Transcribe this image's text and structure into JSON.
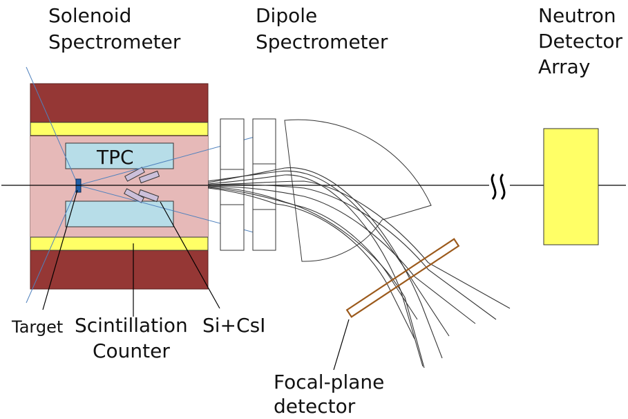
{
  "labels": {
    "solenoid": [
      "Solenoid",
      "Spectrometer"
    ],
    "dipole": [
      "Dipole",
      "Spectrometer"
    ],
    "neutron": [
      "Neutron",
      "Detector",
      "Array"
    ],
    "tpc": "TPC",
    "target": "Target",
    "scintillation": [
      "Scintillation",
      "Counter"
    ],
    "sicsi": "Si+CsI",
    "focal": [
      "Focal-plane",
      "detector"
    ],
    "break_symbol": "≈"
  },
  "colors": {
    "magnet": "#953735",
    "bore": "#e6b9b8",
    "scintillator": "#ffff66",
    "tpc": "#b7dde8",
    "detector_pad": "#ccc0da",
    "target": "#1f5fa8",
    "focal_plane": "#9c5a1c",
    "beam_ray": "#4f81bd",
    "line": "#000000"
  }
}
